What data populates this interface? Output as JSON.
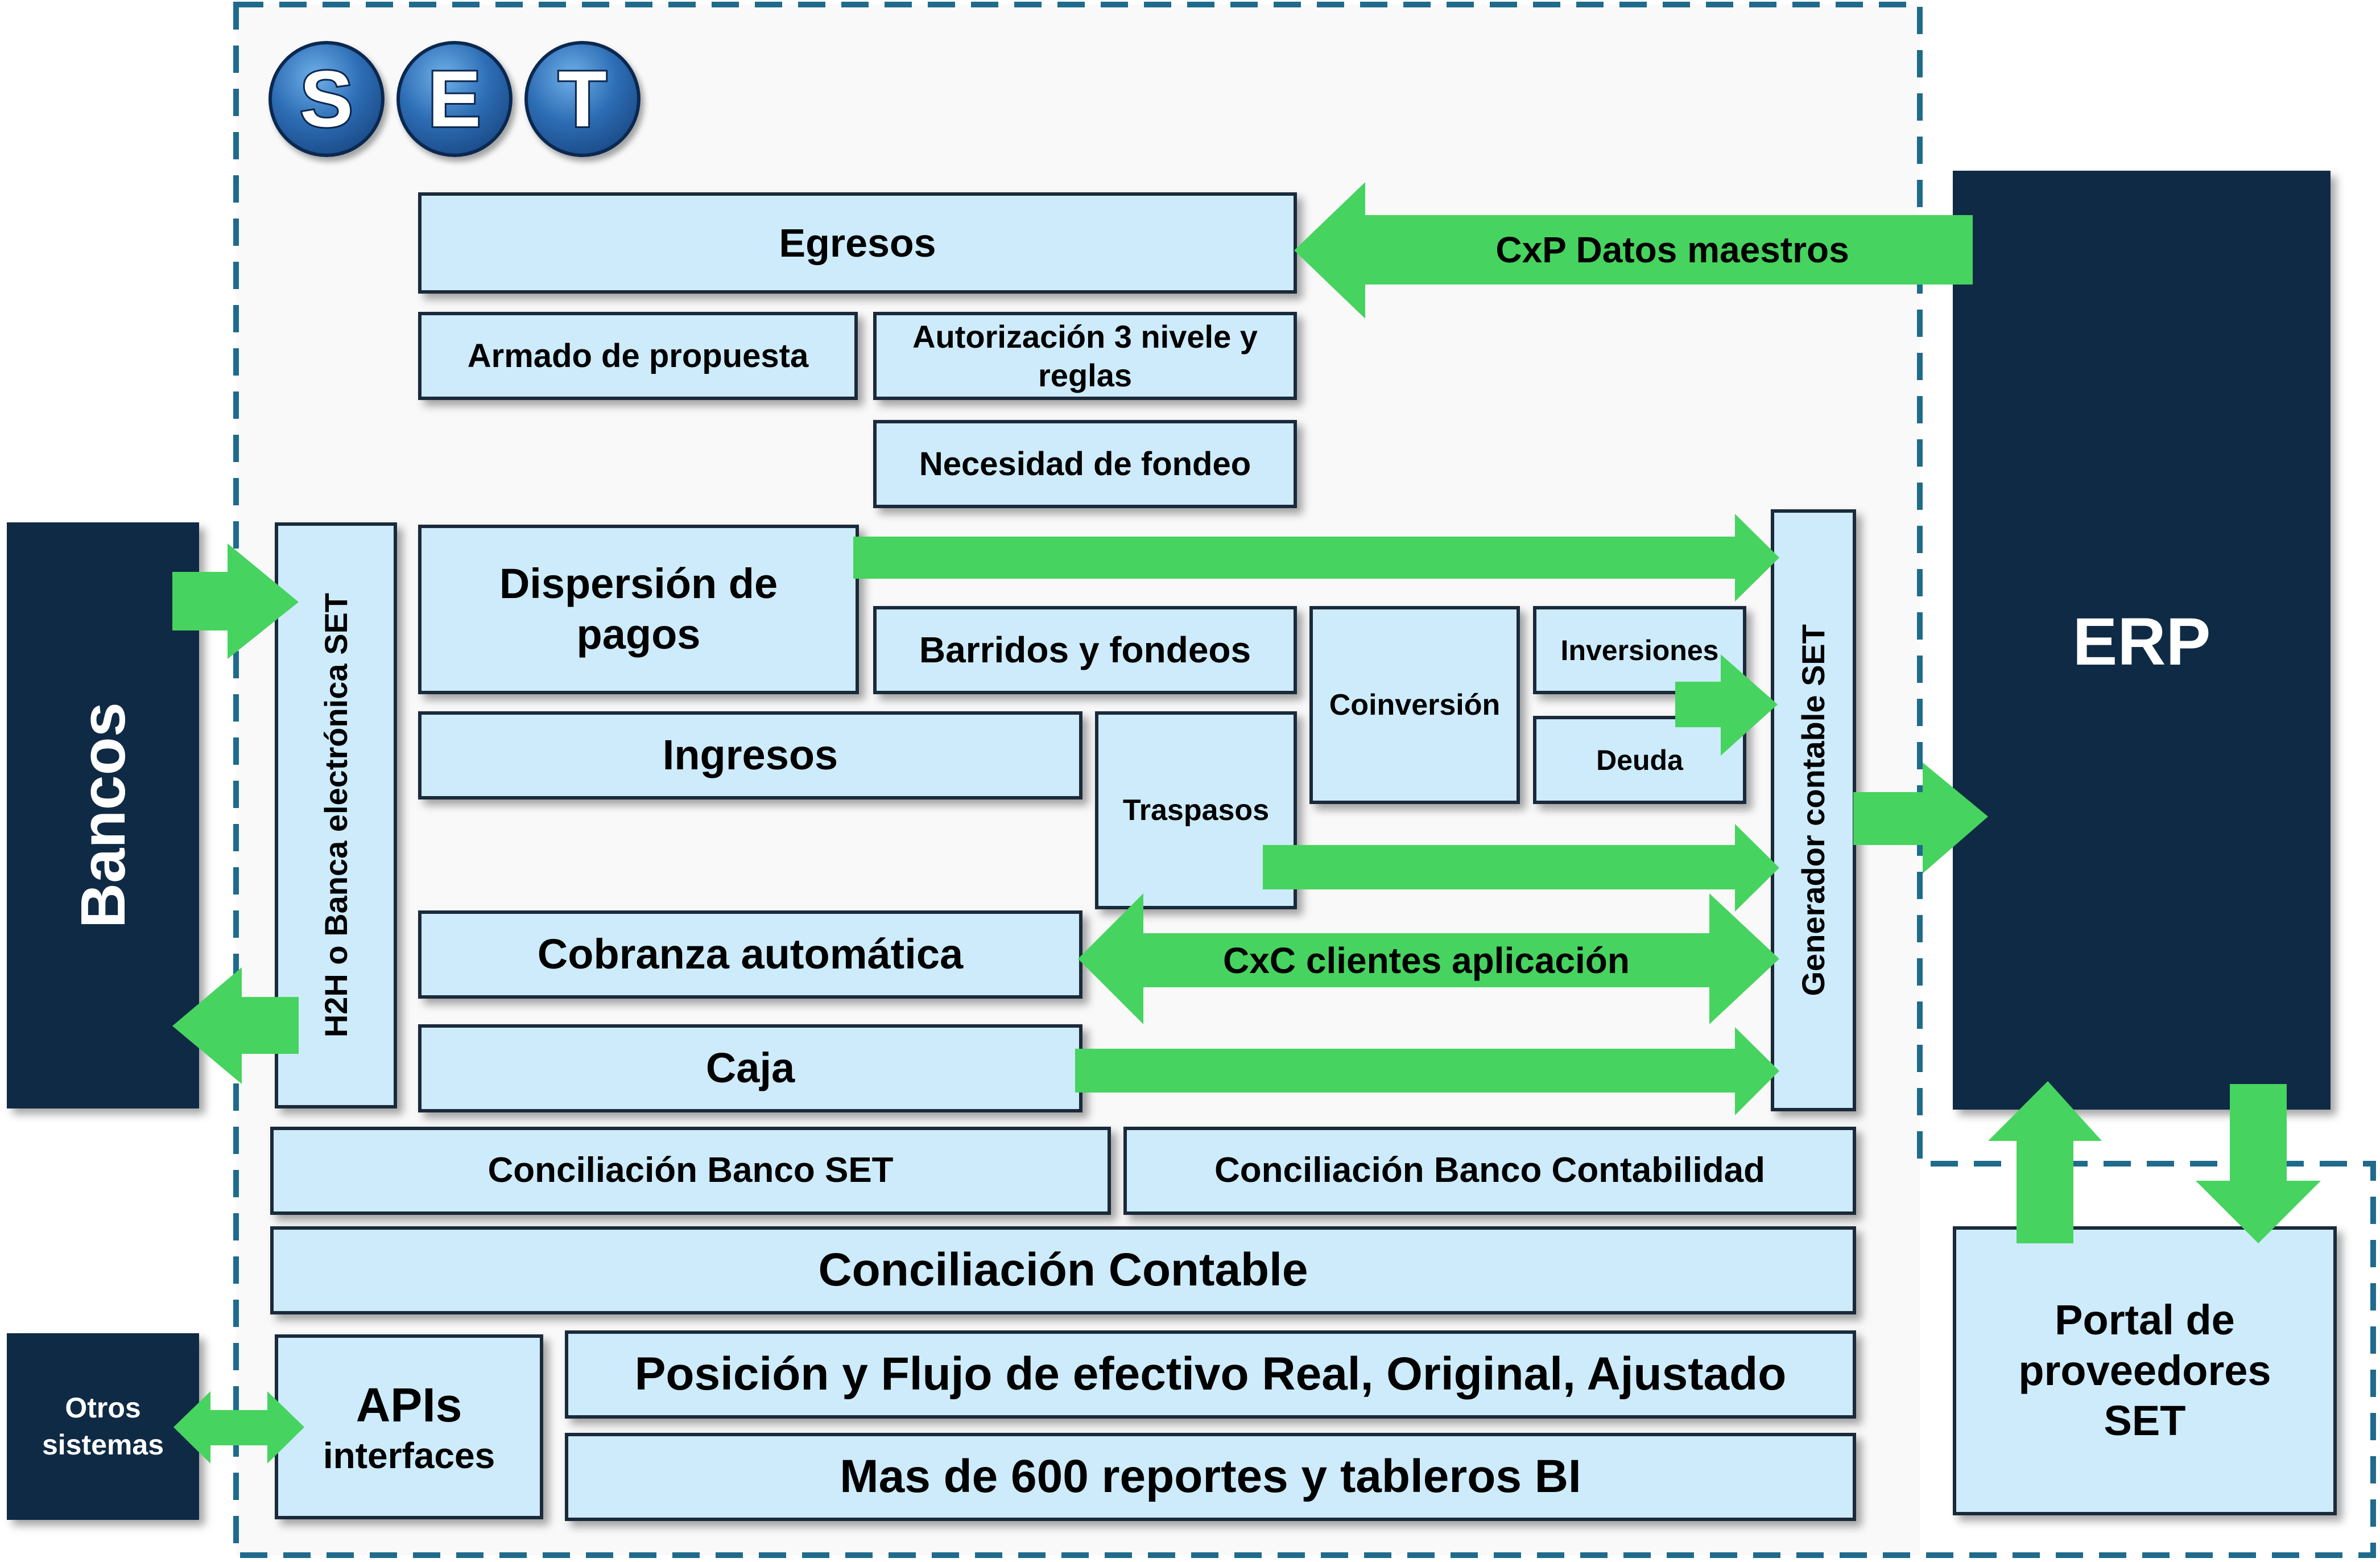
{
  "logo": {
    "letters": [
      "S",
      "E",
      "T"
    ]
  },
  "colors": {
    "box_fill": "#cdebfa",
    "dark_fill": "#0f2a44",
    "arrow": "#47d35f",
    "dash": "#1f6b8c"
  },
  "egresos": {
    "title": "Egresos",
    "armado": "Armado de propuesta",
    "autorizacion": "Autorización 3 nivele y reglas",
    "necesidad": "Necesidad de fondeo"
  },
  "cxp_label": "CxP Datos maestros",
  "erp": "ERP",
  "bancos": "Bancos",
  "h2h": "H2H o Banca electrónica SET",
  "dispersion": "Dispersión de pagos",
  "barridos": "Barridos y fondeos",
  "coinversion": "Coinversión",
  "inversiones": "Inversiones",
  "deuda": "Deuda",
  "ingresos": "Ingresos",
  "traspasos": "Traspasos",
  "cobranza": "Cobranza automática",
  "cxc_label": "CxC clientes aplicación",
  "caja": "Caja",
  "generador": "Generador contable SET",
  "conc_banco_set": "Conciliación Banco SET",
  "conc_banco_cont": "Conciliación Banco Contabilidad",
  "conc_contable": "Conciliación Contable",
  "otros": "Otros sistemas",
  "apis": {
    "title": "APIs",
    "sub": "interfaces"
  },
  "posicion": "Posición y Flujo de efectivo Real, Original, Ajustado",
  "reportes": "Mas de 600 reportes y tableros BI",
  "portal": "Portal de proveedores SET"
}
